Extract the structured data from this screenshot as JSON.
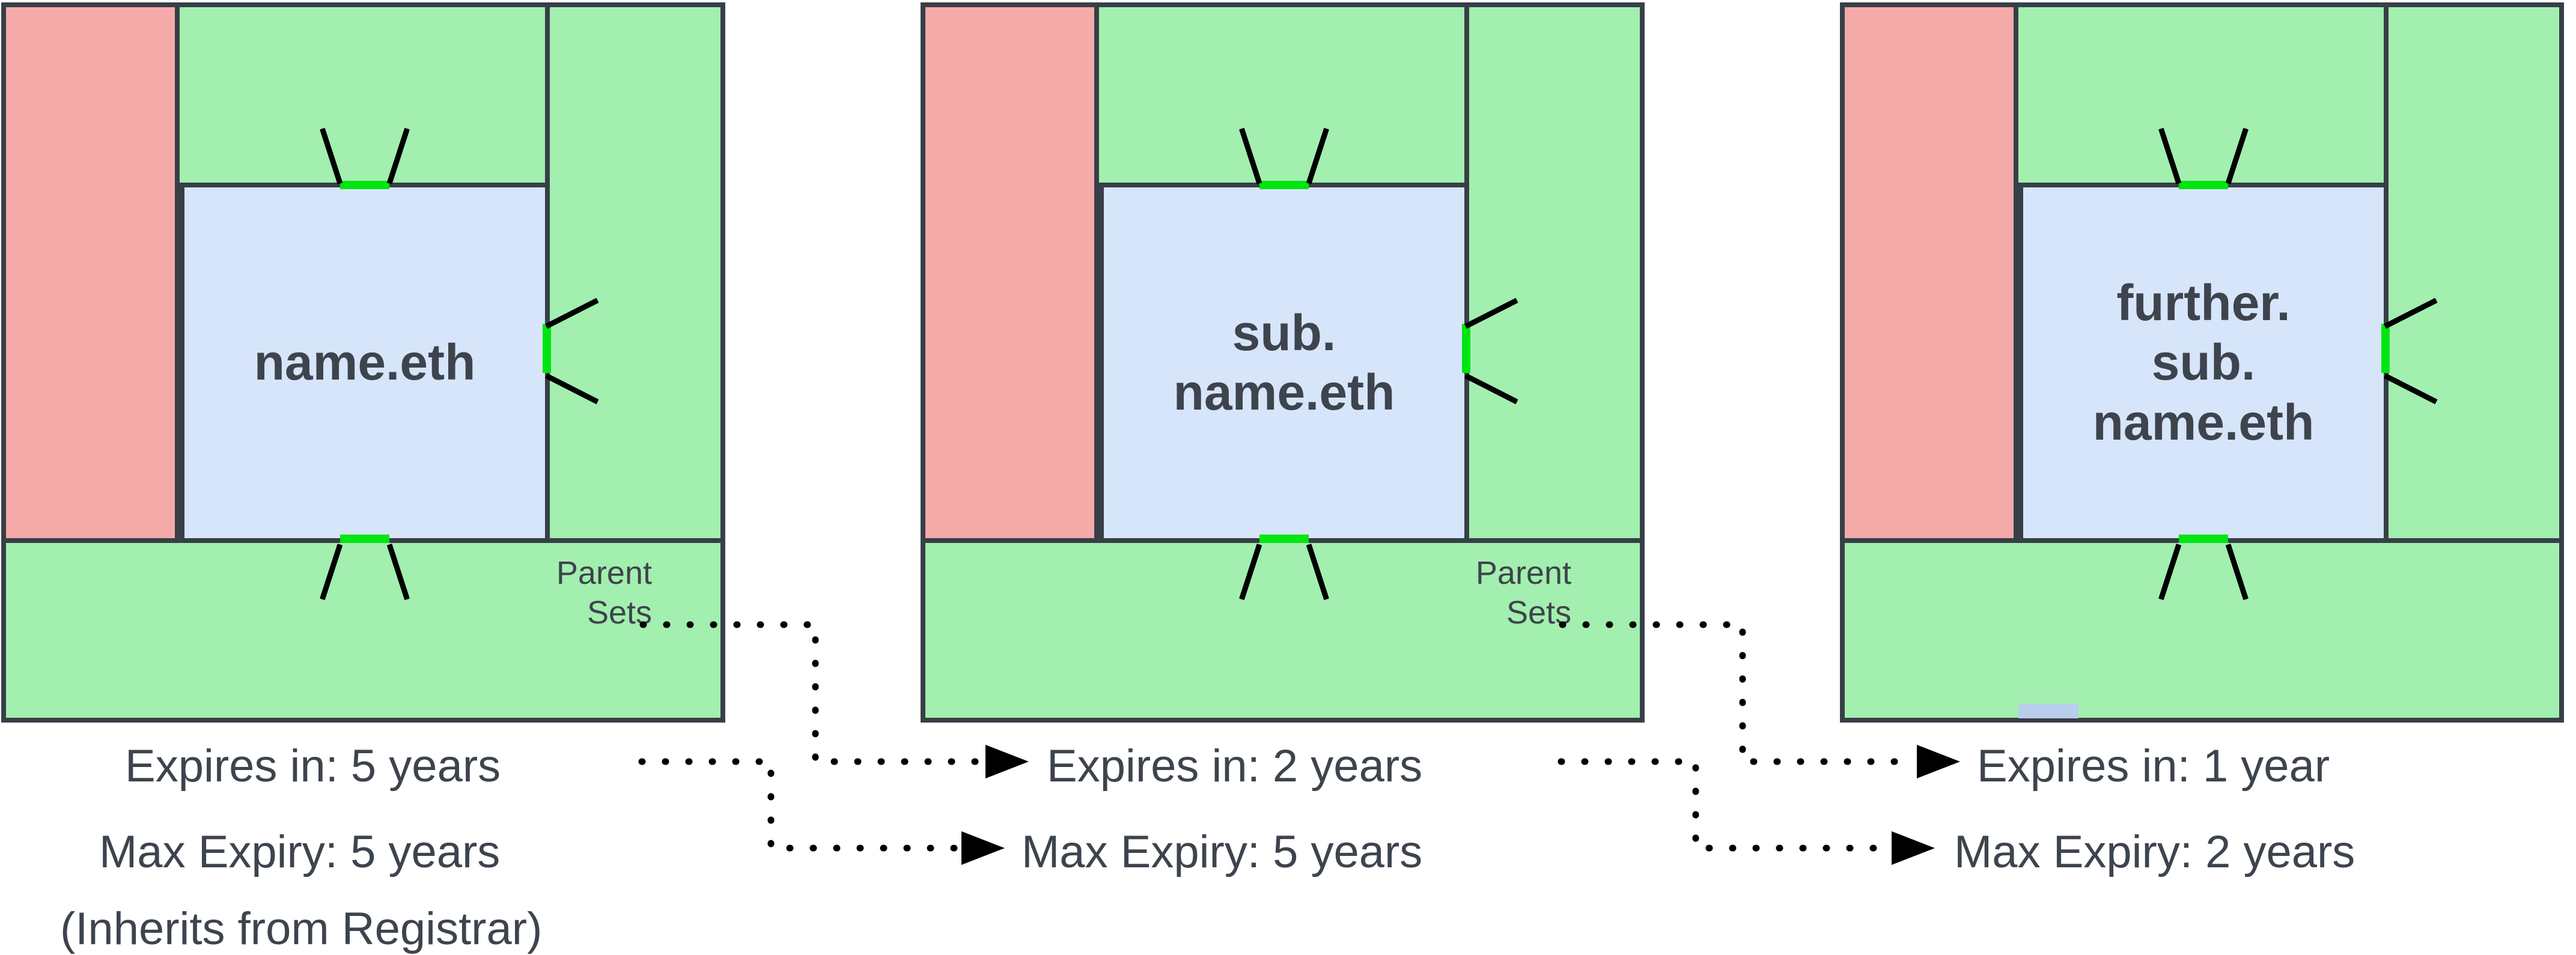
{
  "diagram": {
    "title": "ENS name expiry inheritance",
    "colors": {
      "frame_green": "#a3efaf",
      "locked_pink": "#f5aaaa",
      "name_blue": "#d7e5fb",
      "marker_green": "#00e510",
      "stroke": "#373f47",
      "text": "#3d444d"
    }
  },
  "columns": [
    {
      "id": "name",
      "name_label": "name.eth",
      "parent_sets_label": "Parent\nSets",
      "has_parent_sets": true,
      "expires_label": "Expires in: 5 years",
      "max_expiry_label": "Max Expiry: 5 years",
      "note_label": "(Inherits from Registrar)",
      "markers": [
        "top",
        "right",
        "bottom"
      ]
    },
    {
      "id": "sub-name",
      "name_label": "sub.\nname.eth",
      "parent_sets_label": "Parent\nSets",
      "has_parent_sets": true,
      "expires_label": "Expires in: 2 years",
      "max_expiry_label": "Max Expiry: 5 years",
      "note_label": "",
      "markers": [
        "top",
        "right",
        "bottom"
      ]
    },
    {
      "id": "further-sub-name",
      "name_label": "further.\nsub.\nname.eth",
      "parent_sets_label": "",
      "has_parent_sets": false,
      "expires_label": "Expires in: 1 year",
      "max_expiry_label": "Max Expiry: 2 years",
      "note_label": "",
      "markers": [
        "top",
        "right",
        "bottom"
      ]
    }
  ],
  "connectors": [
    {
      "id": "parent-sets-1-to-expires-2",
      "style": "dotted",
      "arrow": true
    },
    {
      "id": "expires-1-to-max-expiry-2",
      "style": "dotted",
      "arrow": true
    },
    {
      "id": "parent-sets-2-to-expires-3",
      "style": "dotted",
      "arrow": true
    },
    {
      "id": "expires-2-to-max-expiry-3",
      "style": "dotted",
      "arrow": true
    }
  ]
}
